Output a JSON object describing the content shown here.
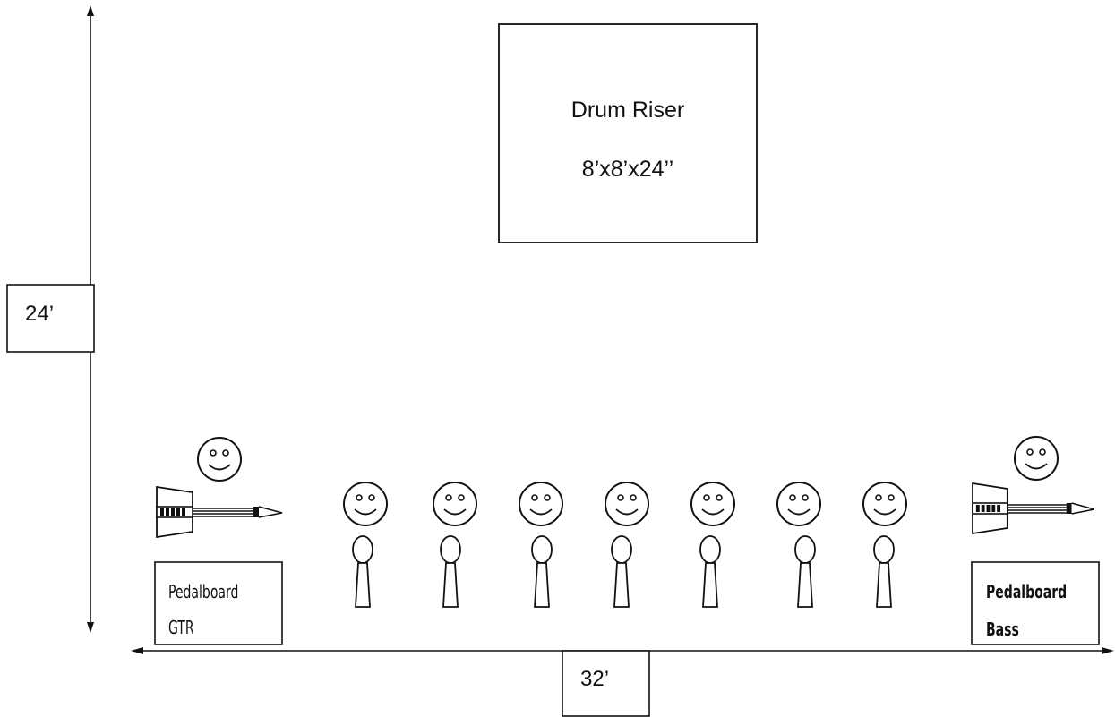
{
  "diagram": {
    "drum_riser": {
      "title": "Drum Riser",
      "size": "8’x8’x24’’"
    },
    "dimensions": {
      "depth": "24’",
      "width": "32’"
    },
    "pedalboards": [
      {
        "line1": "Pedalboard",
        "line2": "GTR"
      },
      {
        "line1": "Pedalboard",
        "line2": "Bass"
      }
    ],
    "performers": {
      "instrumentalists": 2,
      "vocalists_with_mics": 7
    }
  }
}
